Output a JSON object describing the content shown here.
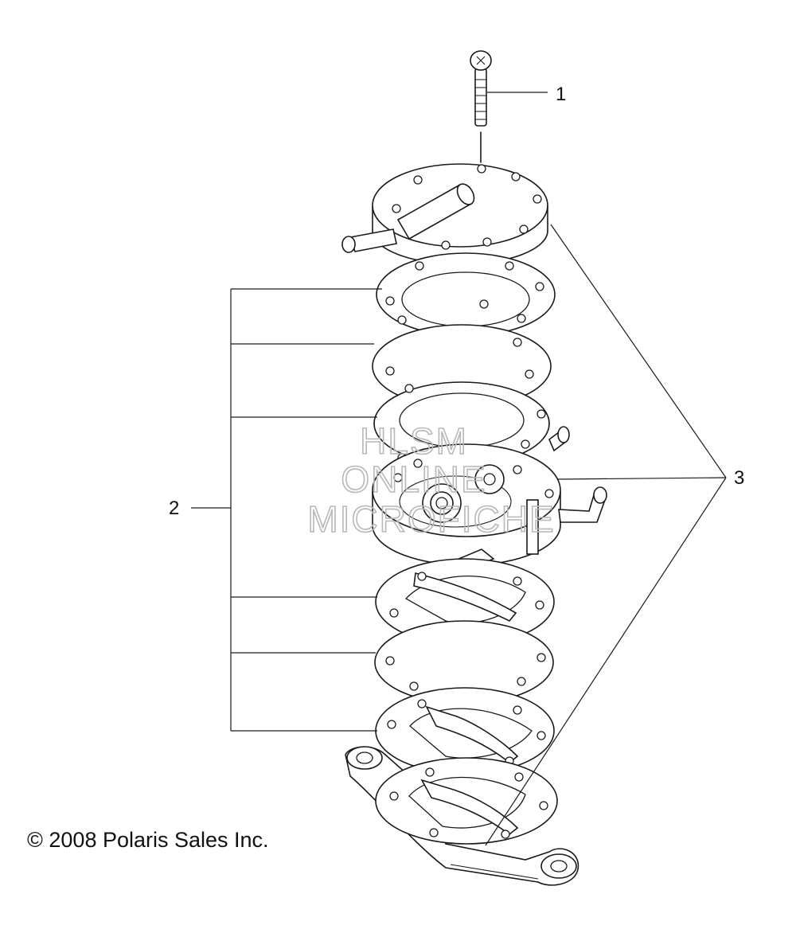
{
  "diagram": {
    "callouts": [
      {
        "id": "1",
        "label": "1"
      },
      {
        "id": "2",
        "label": "2"
      },
      {
        "id": "3",
        "label": "3"
      }
    ],
    "watermark": [
      "HLSM",
      "ONLINE",
      "MICROFICHE"
    ],
    "copyright": "© 2008 Polaris Sales Inc."
  }
}
